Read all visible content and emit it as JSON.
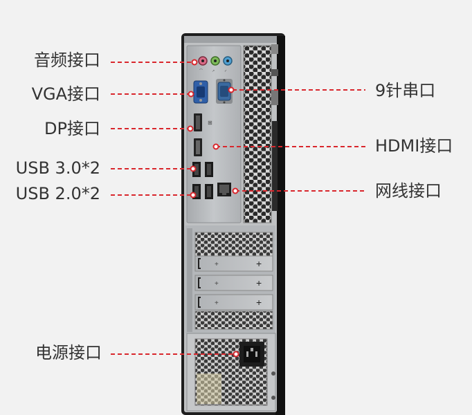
{
  "labels": {
    "audio": "音频接口",
    "vga": "VGA接口",
    "dp": "DP接口",
    "usb3": "USB 3.0*2",
    "usb2": "USB 2.0*2",
    "power": "电源接口",
    "serial": "9针串口",
    "hdmi": "HDMI接口",
    "lan": "网线接口"
  },
  "colors": {
    "background": "#f2f2f2",
    "callout_line": "#d9262c",
    "label_text": "#333333",
    "chassis_dark": "#1e1e1e",
    "panel_metal": "#b9bcbf",
    "vga_blue": "#2f5fa8",
    "serial_blue": "#3a6aa0",
    "audio_pink": "#d96a86",
    "audio_green": "#7eba5a",
    "audio_blue": "#4f9fd0"
  },
  "icons": [
    "audio-jack-icon",
    "vga-port-icon",
    "serial-port-icon",
    "displayport-icon",
    "hdmi-port-icon",
    "usb-port-icon",
    "ethernet-port-icon",
    "power-socket-icon",
    "honeycomb-vent"
  ]
}
